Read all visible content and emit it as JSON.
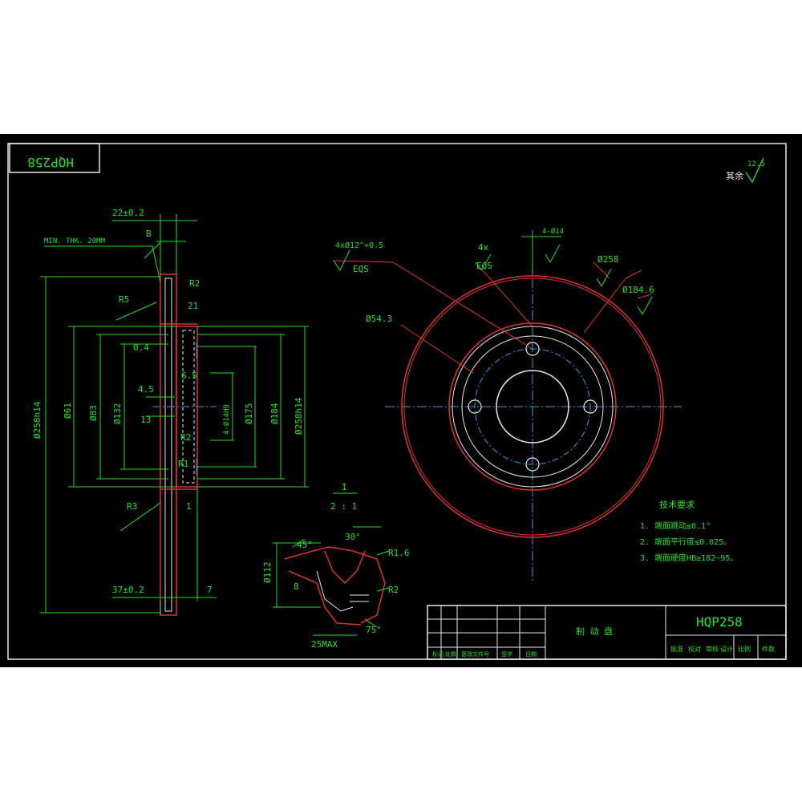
{
  "colors": {
    "background": "#000000",
    "frame": "#e8e8e8",
    "outline": "#e03030",
    "dimension": "#20e020",
    "centerline": "#20a0e0",
    "hidden": "#e8e8e8"
  },
  "title_block": {
    "part_code": "HQP258",
    "rotated_code": "HQP258",
    "part_name": "制 动 盘",
    "sub_cells": [
      "批准",
      "校对",
      "审核",
      "设计",
      "比例",
      "件数"
    ],
    "left_cells": [
      "标记",
      "处数",
      "更改文件号",
      "签字",
      "日期"
    ]
  },
  "roughness_note": {
    "label": "其余",
    "value": "12.5"
  },
  "section_view": {
    "annotations": {
      "top_dim": "22±0.2",
      "min_thk": "MIN. THK. 20MM",
      "chamfer_top": "B",
      "r_top": "R2",
      "d21": "21",
      "r_left": "R5",
      "d04": "0.4",
      "d45": "4.5",
      "d13": "13",
      "d65": "6.5",
      "r62": "R2",
      "r81": "R1",
      "r83": "R3",
      "d1": "1",
      "bottom_dim": "37±0.2",
      "d7": "7",
      "dia_outer": "Ø258h14",
      "dia_61": "Ø61",
      "dia_83": "Ø83",
      "dia_132": "Ø132",
      "dia_hole": "4-Ø14H9",
      "dia_175": "Ø175",
      "dia_184": "Ø184",
      "dia_right": "Ø258h14"
    }
  },
  "front_view": {
    "annotations": {
      "holes": "4xØ12^+0.5",
      "holes_eqs": "EQS",
      "pcd_note": "4x",
      "pcd_eqs": "EQS",
      "dia_54": "Ø54.3",
      "dia_258": "Ø258",
      "dia_184": "Ø184.6",
      "angle_note": "4-Ø14"
    }
  },
  "detail_view": {
    "label": "I",
    "scale": "2 : 1",
    "annotations": {
      "angle_top": "30°",
      "angle_45": "45°",
      "dia_left": "Ø112",
      "r16": "R1.6",
      "r2": "R2",
      "angle_bottom": "75°",
      "width_bottom": "25MAX",
      "dim_8": "8"
    }
  },
  "tech_requirements": {
    "title": "技术要求",
    "items": [
      "1. 端面跳动≤0.1°",
      "2. 端面平行度≤0.025。",
      "3. 端面硬度HB≥182~95。"
    ]
  }
}
